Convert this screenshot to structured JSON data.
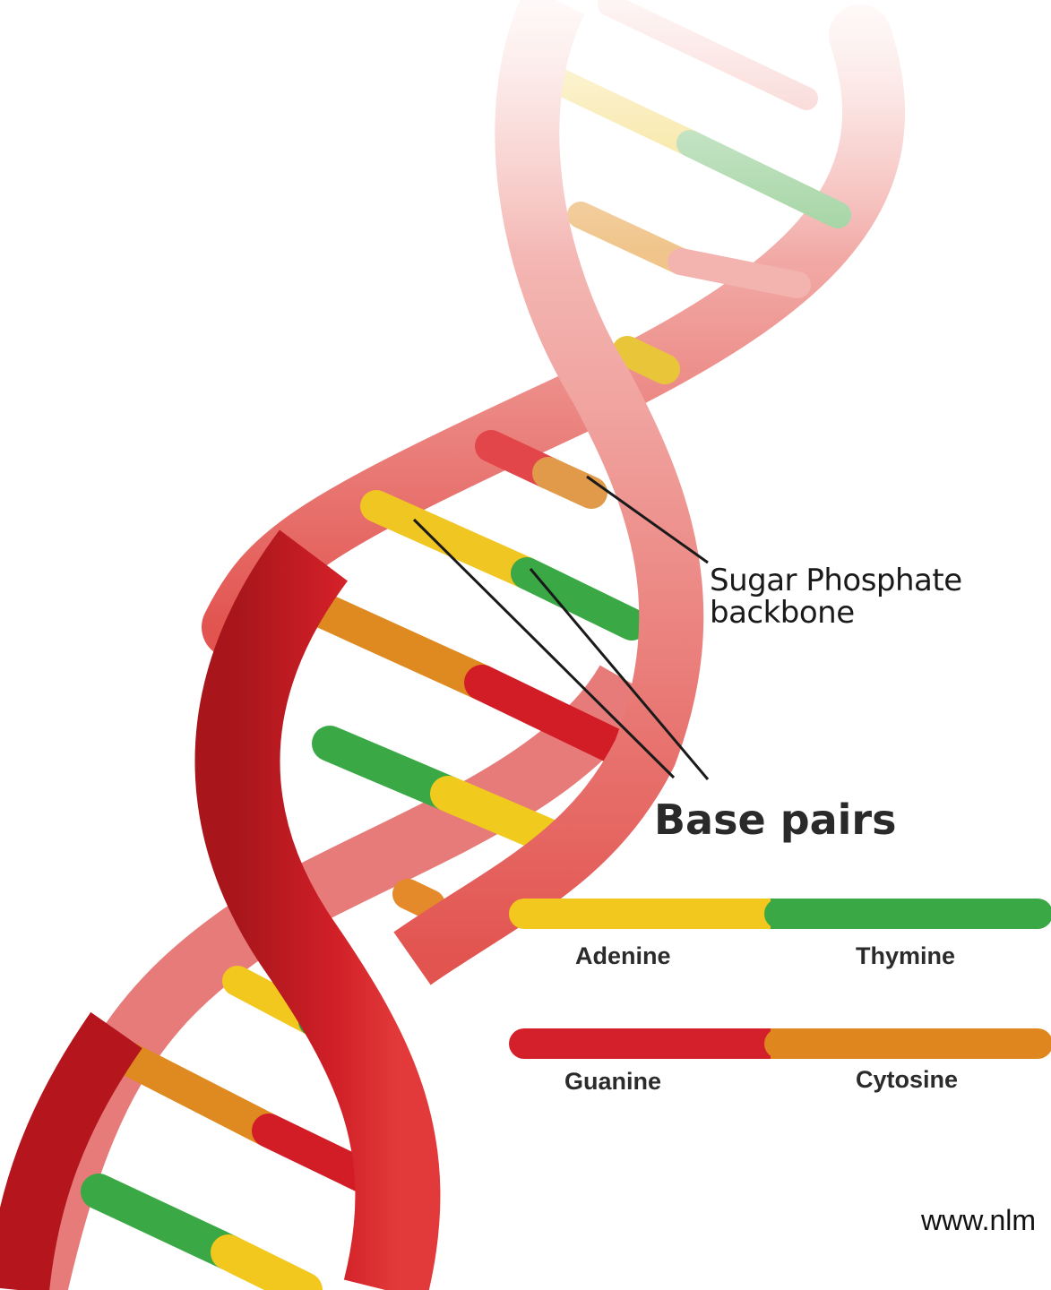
{
  "labels": {
    "backbone_line1": "Sugar Phosphate",
    "backbone_line2": "backbone",
    "base_pairs": "Base pairs",
    "source": "www.nlm"
  },
  "key": {
    "pair1": {
      "left": "Adenine",
      "right": "Thymine"
    },
    "pair2": {
      "left": "Guanine",
      "right": "Cytosine"
    }
  },
  "colors": {
    "adenine": "#f2c81e",
    "thymine": "#3aa845",
    "guanine": "#d4202a",
    "cytosine": "#e0861e",
    "backbone": "#d9262c",
    "backbone_faded": "#ef9a98"
  }
}
